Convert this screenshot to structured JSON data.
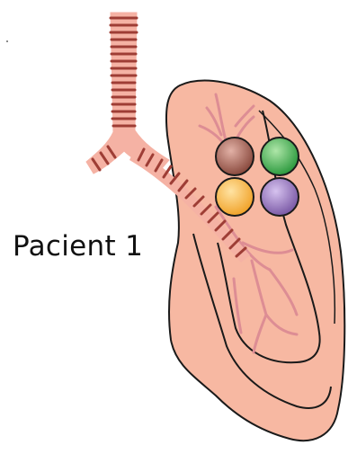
{
  "diagram": {
    "label": "Pacient 1",
    "markers": [
      {
        "name": "brown-marker",
        "color": "#8a4a3e",
        "highlight": "#e2b1a6"
      },
      {
        "name": "green-marker",
        "color": "#2d9a3f",
        "highlight": "#aee6a8"
      },
      {
        "name": "orange-marker",
        "color": "#f1a32a",
        "highlight": "#ffe3a3"
      },
      {
        "name": "purple-marker",
        "color": "#7b5aa6",
        "highlight": "#d6c2ef"
      }
    ],
    "colors": {
      "tissue": "#f7b8a2",
      "tissue_light": "#fbd3c3",
      "trachea": "#f5b2a4",
      "rings": "#9e3d35",
      "vessels": "#dd8d94",
      "outline": "#1a1a1a"
    }
  }
}
